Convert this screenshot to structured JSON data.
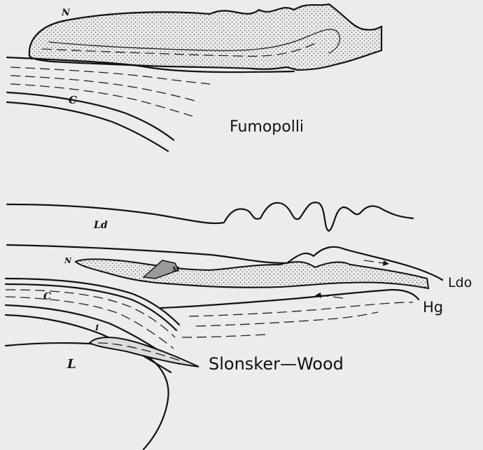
{
  "figures": [
    {
      "title": "Fumopolli",
      "labels": {
        "nappe": "N",
        "core": "C"
      }
    },
    {
      "title": "Slonsker—Wood",
      "labels": {
        "upper_unit": "Ld",
        "nappe": "N",
        "nappe_small": "M",
        "core": "C",
        "lower_body": "L",
        "lens": "I",
        "right_upper": "Ldo",
        "right_lower": "Hg"
      }
    }
  ],
  "colors": {
    "ink": "#111111",
    "paper": "#ececec",
    "stipple": "#6a6a6a"
  }
}
